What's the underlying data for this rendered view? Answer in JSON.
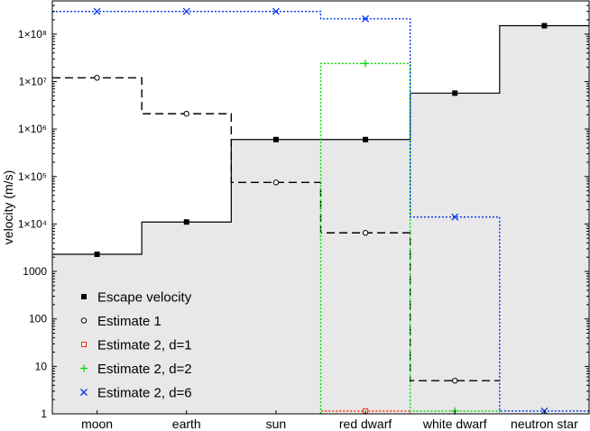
{
  "chart_data": {
    "type": "line",
    "categories": [
      "moon",
      "earth",
      "sun",
      "red dwarf",
      "white dwarf",
      "neutron star"
    ],
    "ylabel": "velocity (m/s)",
    "xlabel": "",
    "yscale": "log",
    "ylim": [
      1,
      500000000
    ],
    "yticks": [
      {
        "value": 1,
        "label": "1"
      },
      {
        "value": 10,
        "label": "10"
      },
      {
        "value": 100,
        "label": "100"
      },
      {
        "value": 1000,
        "label": "1000"
      },
      {
        "value": 10000,
        "label": "1×10⁴"
      },
      {
        "value": 100000,
        "label": "1×10⁵"
      },
      {
        "value": 1000000,
        "label": "1×10⁶"
      },
      {
        "value": 10000000,
        "label": "1×10⁷"
      },
      {
        "value": 100000000,
        "label": "1×10⁸"
      }
    ],
    "series": [
      {
        "name": "Escape velocity",
        "style": "step",
        "color": "#000000",
        "dash": "",
        "marker": "filled-square",
        "fill": "#e8e8e8",
        "values": [
          2300,
          11000,
          600000,
          600000,
          5700000,
          150000000
        ]
      },
      {
        "name": "Estimate 1",
        "style": "step",
        "color": "#000000",
        "dash": "9,5",
        "marker": "open-circle",
        "values": [
          12000000,
          2100000,
          75000,
          6500,
          5,
          null
        ]
      },
      {
        "name": "Estimate 2, d=1",
        "style": "step",
        "color": "#ff2200",
        "dash": "2,2",
        "marker": "open-square",
        "values": [
          null,
          null,
          null,
          1.15,
          null,
          null
        ]
      },
      {
        "name": "Estimate 2, d=2",
        "style": "step",
        "color": "#00dd00",
        "dash": "2,2",
        "marker": "plus",
        "values": [
          null,
          null,
          null,
          24000000,
          1.15,
          null
        ]
      },
      {
        "name": "Estimate 2, d=6",
        "style": "step",
        "color": "#0033ee",
        "dash": "2,2",
        "marker": "cross",
        "values": [
          300000000,
          300000000,
          300000000,
          210000000,
          14000,
          1.15
        ]
      }
    ],
    "legend": {
      "placement": "bottom-left"
    },
    "grid": false
  }
}
